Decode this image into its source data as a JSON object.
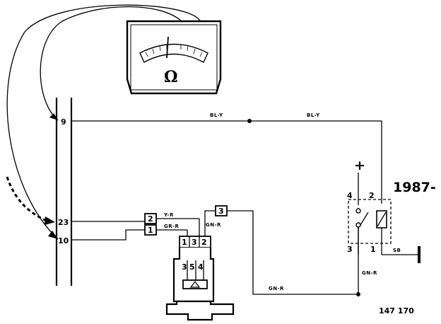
{
  "meter": {
    "symbol": "Ω"
  },
  "connector": {
    "pin_top": "9",
    "pin_mid": "23",
    "pin_low": "10"
  },
  "wires": {
    "bl_y_left": "BL-Y",
    "bl_y_right": "BL-Y",
    "y_r": "Y-R",
    "gr_r": "GR-R",
    "gn_r_upper": "GN-R",
    "gn_r_lower": "GN-R",
    "gn_r_relay": "GN-R",
    "sb": "SB"
  },
  "component": {
    "terminal_2": "2",
    "terminal_1": "1",
    "terminal_3": "3",
    "row_1": "1",
    "row_3": "3",
    "row_2": "2",
    "inner_3": "3",
    "inner_5": "5",
    "inner_4": "4"
  },
  "relay": {
    "plus": "+",
    "pin_4": "4",
    "pin_2": "2",
    "pin_3": "3",
    "pin_1": "1"
  },
  "year_label": "1987-",
  "figure_number": "147 170"
}
